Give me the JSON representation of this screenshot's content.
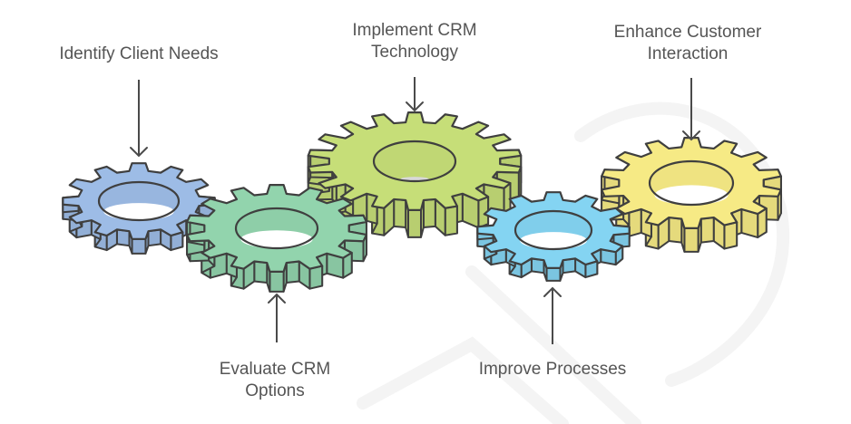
{
  "diagram": {
    "type": "gear-process",
    "outline_color": "#3f3f3f",
    "text_color": "#555555",
    "steps": [
      {
        "id": "identify",
        "lines": [
          "Identify Client Needs"
        ],
        "position": "top",
        "color": "#9dbce6",
        "teeth": 12
      },
      {
        "id": "evaluate",
        "lines": [
          "Evaluate CRM",
          "Options"
        ],
        "position": "bottom",
        "color": "#92d4ad",
        "teeth": 14
      },
      {
        "id": "implement",
        "lines": [
          "Implement CRM",
          "Technology"
        ],
        "position": "top",
        "color": "#c6de78",
        "teeth": 18
      },
      {
        "id": "improve",
        "lines": [
          "Improve Processes"
        ],
        "position": "bottom",
        "color": "#84d4f2",
        "teeth": 12
      },
      {
        "id": "enhance",
        "lines": [
          "Enhance Customer",
          "Interaction"
        ],
        "position": "top",
        "color": "#f6ea85",
        "teeth": 14
      }
    ]
  }
}
